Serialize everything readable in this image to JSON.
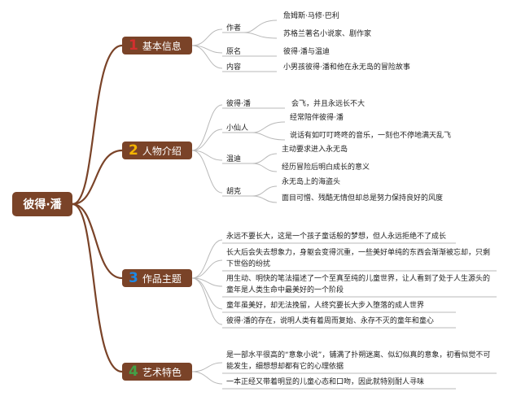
{
  "root": "彼得·潘",
  "sections": {
    "s1": {
      "num": "1",
      "num_color": "#d32f2f",
      "label": "基本信息"
    },
    "s2": {
      "num": "2",
      "num_color": "#f3b400",
      "label": "人物介绍"
    },
    "s3": {
      "num": "3",
      "num_color": "#1e88e5",
      "label": "作品主题"
    },
    "s4": {
      "num": "4",
      "num_color": "#43a047",
      "label": "艺术特色"
    }
  },
  "info": {
    "author": "作者",
    "author_name": "詹姆斯·马修·巴利",
    "author_desc": "苏格兰著名小说家、剧作家",
    "original": "原名",
    "original_value": "彼得·潘与温迪",
    "content": "内容",
    "content_value": "小男孩彼得·潘和他在永无岛的冒险故事"
  },
  "characters": {
    "peter": "彼得·潘",
    "peter_desc": "会飞，并且永远长不大",
    "fairy": "小仙人",
    "fairy_desc1": "经常陪伴彼得·潘",
    "fairy_desc2": "说话有如叮叮咚咚的音乐，一刻也不停地满天乱飞",
    "wendy": "温迪",
    "wendy_desc1": "主动要求进入永无岛",
    "wendy_desc2": "经历冒险后明白成长的意义",
    "hook": "胡克",
    "hook_desc1": "永无岛上的海盗头",
    "hook_desc2": "面目可憎、残酷无情但却总是努力保持良好的风度"
  },
  "themes": {
    "t1": "永远不要长大，这是一个孩子童话般的梦想，但人永远拒绝不了成长",
    "t2": "长大后会失去想象力，身躯会变得沉重，一些美好单纯的东西会渐渐被忘却，只剩下世俗的纷扰",
    "t3": "用生动、明快的笔法描述了一个至真至纯的儿童世界，让人看到了处于人生源头的童年是人类生命中最美好的一个阶段",
    "t4": "童年虽美好，却无法挽留，人终究要长大步入堕落的成人世界",
    "t5": "彼得·潘的存在，说明人类有着周而复始、永存不灭的童年和童心"
  },
  "art": {
    "a1": "是一部水平很高的“意象小说”，铺满了扑朔迷离、似幻似真的意象，初看似觉不可能发生，细想想却都有它的心理依据",
    "a2": "一本正经又带着明显的儿童心态和口吻，因此就特别耐人寻味"
  },
  "colors": {
    "branch": "#7a4328",
    "node_fill": "#7a4328",
    "line": "#b9b9b9"
  }
}
